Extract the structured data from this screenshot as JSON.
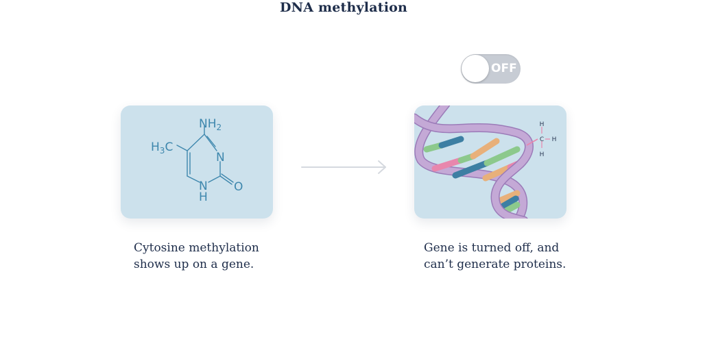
{
  "diagram": {
    "title": "DNA methylation",
    "toggle": {
      "state_label": "OFF"
    },
    "left_panel": {
      "molecule_labels": {
        "amine": "NH",
        "amine_sub": "2",
        "methyl": "H",
        "methyl_sub": "3",
        "methyl_tail": "C",
        "ring_n": "N",
        "nh_n": "N",
        "nh_h": "H",
        "carbonyl_o": "O"
      },
      "caption_line1": "Cytosine methylation",
      "caption_line2": "shows up on a gene."
    },
    "right_panel": {
      "methyl_group": {
        "h_top": "H",
        "c": "C",
        "h_right": "H",
        "h_bottom": "H"
      },
      "caption_line1": "Gene is turned off, and",
      "caption_line2": "can’t generate proteins."
    },
    "colors": {
      "card_bg": "#cce1ec",
      "molecule_stroke": "#3e87ad",
      "helix_backbone": "#c4a9d6",
      "helix_outline": "#9b7bb8",
      "base_green": "#8cc98c",
      "base_blue": "#3d7fa3",
      "base_orange": "#e8b07a",
      "base_pink": "#e887ad",
      "toggle_off": "#c7ccd4",
      "text": "#1e2d4a",
      "arrow": "#d5d9df"
    }
  }
}
